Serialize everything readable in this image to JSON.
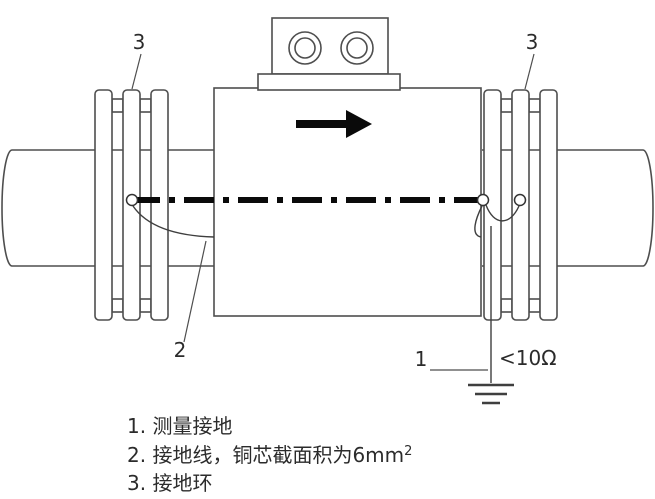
{
  "diagram": {
    "labels": {
      "ring_left": "3",
      "ring_right": "3",
      "wire": "2",
      "ground_point": "1",
      "resistance": "<10Ω"
    },
    "legend": {
      "line1": "1. 测量接地",
      "line2_main": "2. 接地线，铜芯截面积为6mm",
      "line2_sup": "2",
      "line3": "3. 接地环"
    }
  }
}
